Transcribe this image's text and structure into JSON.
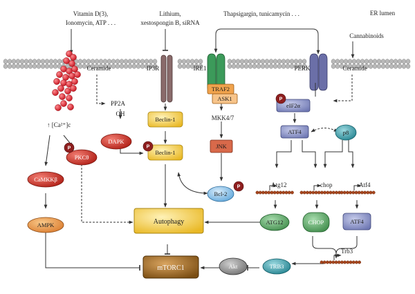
{
  "region": {
    "er_lumen": "ER lumen"
  },
  "inducers": {
    "vitd": "Vitamin D(3),",
    "iono": "Ionomycin, ATP . . .",
    "lith": "Lithium,",
    "xesto": "xestospongin B, siRNA",
    "thaps": "Thapsigargin, tunicamycin . . .",
    "cannab": "Cannabinoids"
  },
  "membrane_labels": {
    "ceramide_left": "Ceramide",
    "ip3r": "IP3R",
    "ire1": "IRE1",
    "perk": "PERK",
    "ceramide_right": "Ceramide"
  },
  "calcium_label": "↑ [Ca²⁺]c",
  "labels": {
    "pp2a": "PP2A",
    "oh": "OH",
    "mkk47": "MKK4/7",
    "atg12_gene": "Atg12",
    "chop_gene": "chop",
    "atf4_gene": "Atf4",
    "trb3_gene": "Trb3"
  },
  "nodes": {
    "traf2": "TRAF2",
    "ask1": "ASK1",
    "beclin1_top": "Beclin-1",
    "beclin1_bottom": "Beclin-1",
    "dapk": "DAPK",
    "pkctheta": "PKCθ",
    "camkkb": "CaMKKβ",
    "ampk": "AMPK",
    "jnk": "JNK",
    "bcl2": "Bcl-2",
    "eif2a": "eIF2α",
    "atf4_top": "ATF4",
    "p8": "p8",
    "atg12_protein": "ATG12",
    "chop_protein": "CHOP",
    "atf4_protein": "ATF4",
    "autophagy": "Autophagy",
    "mtorc1": "mTORC1",
    "akt": "Akt",
    "trb3": "TRB3"
  },
  "phospho": "P",
  "colors": {
    "membrane": "#b9b9b9",
    "calcium": "#e0303a",
    "yellow_node": "#f7d96b",
    "red_node": "#d63a2e",
    "orange_node": "#f0a34d",
    "purple_node": "#8f96c8",
    "teal_node": "#3ea6b3",
    "green_node": "#5aa565",
    "brown_node": "#9c6b22",
    "receptor_ip3r": "#8a6b6b",
    "receptor_ire1": "#3c9a5a",
    "receptor_perk": "#6b6fa8"
  }
}
